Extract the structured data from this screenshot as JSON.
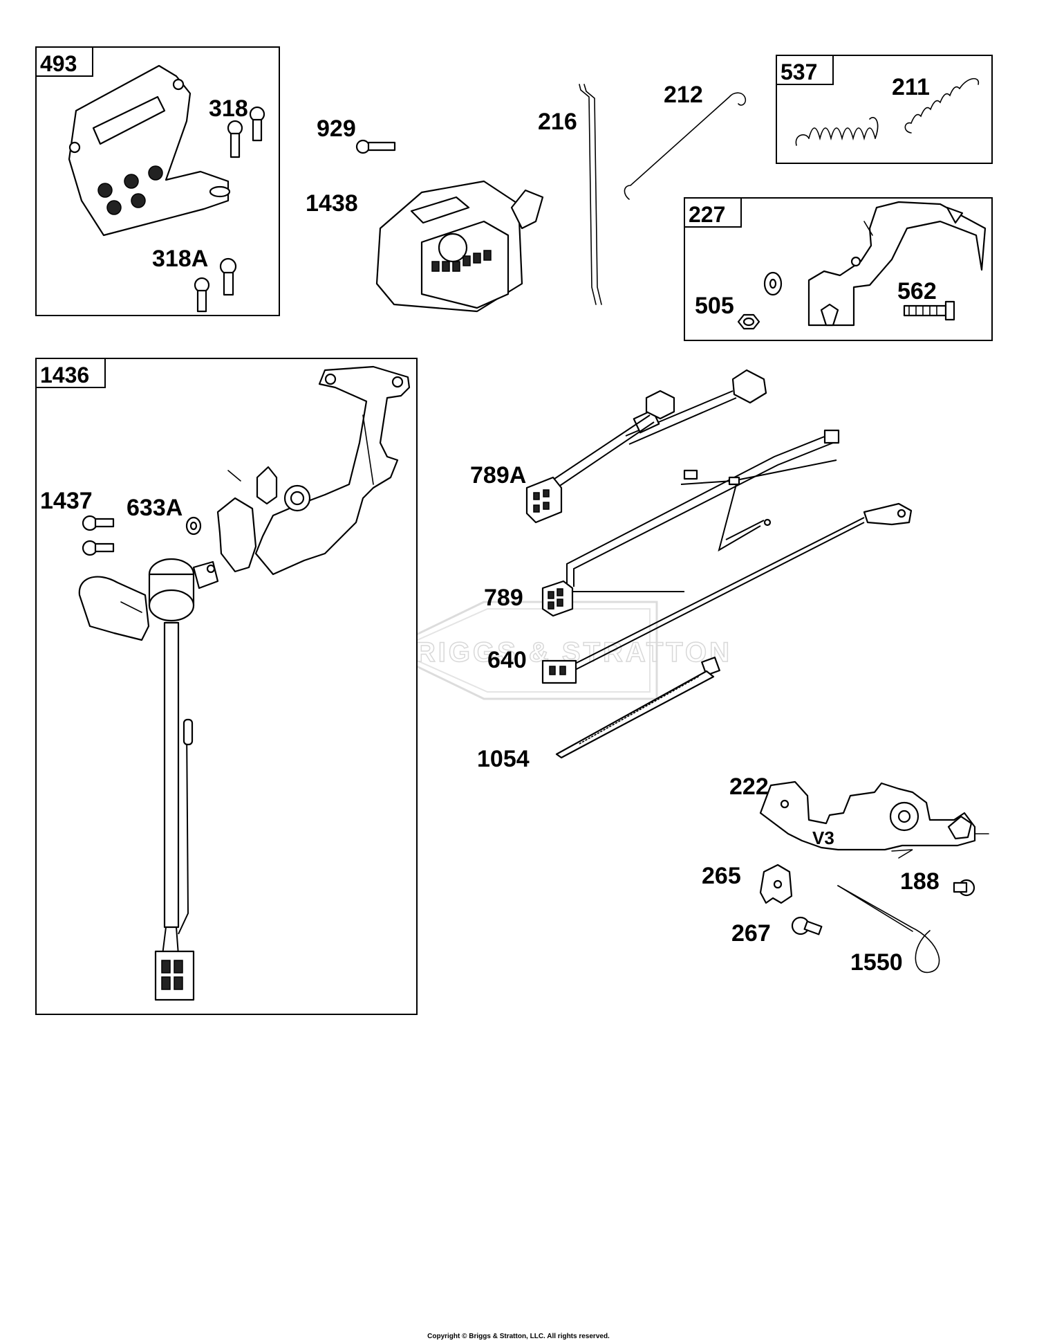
{
  "watermark": "BRIGGS & STRATTON",
  "copyright": "Copyright © Briggs & Stratton, LLC. All rights reserved.",
  "group_tags": [
    "493",
    "537",
    "227",
    "1436"
  ],
  "callouts": {
    "p318": "318",
    "p318A": "318A",
    "p929": "929",
    "p1438": "1438",
    "p216": "216",
    "p212": "212",
    "p211": "211",
    "p505": "505",
    "p562": "562",
    "p1437": "1437",
    "p633A": "633A",
    "p789A": "789A",
    "p789": "789",
    "p640": "640",
    "p1054": "1054",
    "p222": "222",
    "p265": "265",
    "p188": "188",
    "p267": "267",
    "p1550": "1550"
  },
  "part_marking": "V3"
}
